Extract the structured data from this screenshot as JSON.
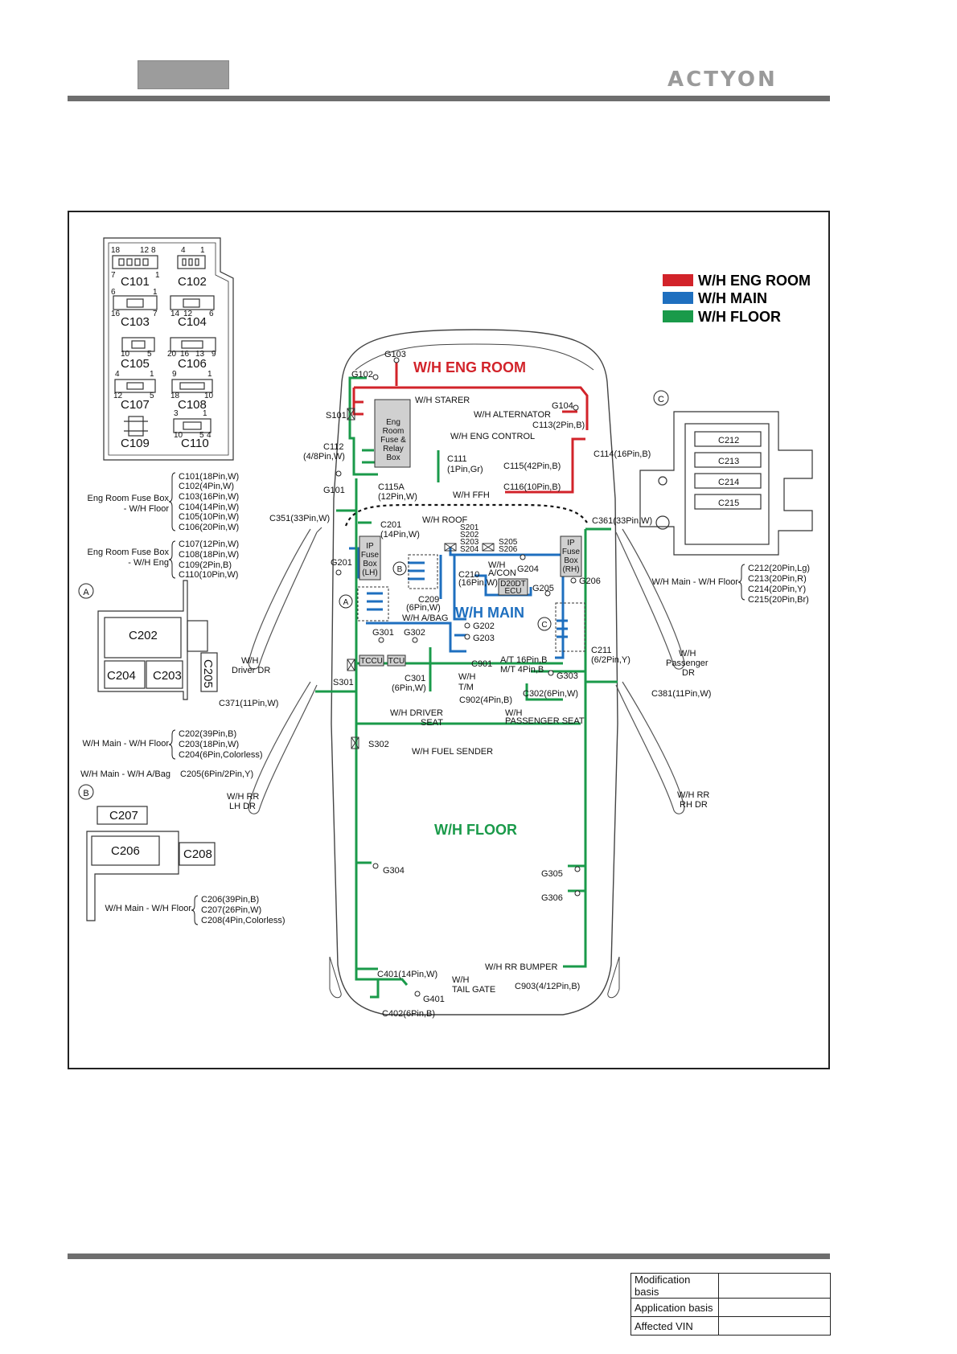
{
  "header": {
    "logo_text": "ACTYON"
  },
  "legend": {
    "items": [
      {
        "label": "W/H ENG ROOM",
        "color": "#d2232a"
      },
      {
        "label": "W/H MAIN",
        "color": "#1e6fbf"
      },
      {
        "label": "W/H FLOOR",
        "color": "#1a9a4a"
      }
    ]
  },
  "colors": {
    "eng_room": "#d2232a",
    "main": "#1e6fbf",
    "floor": "#1a9a4a"
  },
  "fuse_box": {
    "connectors": [
      "C101",
      "C102",
      "C103",
      "C104",
      "C105",
      "C106",
      "C107",
      "C108",
      "C109",
      "C110"
    ],
    "pin_numbers": {
      "c101": [
        "18",
        "12",
        "8",
        "7",
        "1"
      ],
      "c102": [
        "4",
        "1"
      ],
      "c103": [
        "6",
        "1",
        "16",
        "7"
      ],
      "c104": [
        "14",
        "12",
        "6"
      ],
      "c105": [
        "10",
        "5"
      ],
      "c106": [
        "20",
        "16",
        "13",
        "9"
      ],
      "c107": [
        "4",
        "1",
        "12",
        "5"
      ],
      "c108": [
        "9",
        "1",
        "18",
        "10"
      ],
      "c110": [
        "3",
        "1",
        "10",
        "5",
        "4"
      ]
    },
    "group1": {
      "label_line1": "Eng Room Fuse Box",
      "label_line2": "- W/H Floor",
      "items": [
        "C101(18Pin,W)",
        "C102(4Pin,W)",
        "C103(16Pin,W)",
        "C104(14Pin,W)",
        "C105(10Pin,W)",
        "C106(20Pin,W)"
      ]
    },
    "group2": {
      "label_line1": "Eng Room Fuse Box",
      "label_line2": "- W/H Eng",
      "items": [
        "C107(12Pin,W)",
        "C108(18Pin,W)",
        "C109(2Pin,B)",
        "C110(10Pin,W)"
      ]
    }
  },
  "block_a": {
    "marker": "A",
    "connectors": [
      "C202",
      "C204",
      "C203",
      "C205"
    ],
    "group1": {
      "label": "W/H Main - W/H Floor",
      "items": [
        "C202(39Pin,B)",
        "C203(18Pin,W)",
        "C204(6Pin,Colorless)"
      ]
    },
    "group2": {
      "label": "W/H Main - W/H A/Bag",
      "items": [
        "C205(6Pin/2Pin,Y)"
      ]
    }
  },
  "block_b": {
    "marker": "B",
    "connectors": [
      "C207",
      "C206",
      "C208"
    ],
    "group": {
      "label": "W/H Main - W/H Floor",
      "items": [
        "C206(39Pin,B)",
        "C207(26Pin,W)",
        "C208(4Pin,Colorless)"
      ]
    }
  },
  "block_c": {
    "marker": "C",
    "connectors": [
      "C212",
      "C213",
      "C214",
      "C215"
    ],
    "group": {
      "label": "W/H Main - W/H Floor",
      "items": [
        "C212(20Pin,Lg)",
        "C213(20Pin,R)",
        "C214(20Pin,Y)",
        "C215(20Pin,Br)"
      ]
    }
  },
  "car": {
    "title_eng": "W/H ENG ROOM",
    "title_main": "W/H MAIN",
    "title_floor": "W/H FLOOR",
    "eng_box": [
      "Eng",
      "Room",
      "Fuse &",
      "Relay",
      "Box"
    ],
    "ip_lh": [
      "IP",
      "Fuse",
      "Box",
      "(LH)"
    ],
    "ip_rh": [
      "IP",
      "Fuse",
      "Box",
      "(RH)"
    ],
    "ecu": [
      "D20DT",
      "ECU"
    ],
    "tccu": "TCCU",
    "tcu": "TCU",
    "labels": {
      "g103": "G103",
      "g102": "G102",
      "starer": "W/H STARER",
      "g104": "G104",
      "s101": "S101",
      "alternator": "W/H ALTERNATOR",
      "c113": "C113(2Pin,B)",
      "eng_control": "W/H ENG CONTROL",
      "c112": "C112",
      "c112b": "(4/8Pin,W)",
      "c111": "C111",
      "c111b": "(1Pin,Gr)",
      "c115": "C115(42Pin,B)",
      "c114": "C114(16Pin,B)",
      "c116": "C116(10Pin,B)",
      "c115a": "C115A",
      "c115ab": "(12Pin,W)",
      "g101": "G101",
      "ffh": "W/H FFH",
      "c351": "C351(33Pin,W)",
      "c361": "C361(33Pin,W)",
      "c201": "C201",
      "c201b": "(14Pin,W)",
      "roof": "W/H ROOF",
      "s201": "S201",
      "s202": "S202",
      "s203": "S203",
      "s204": "S204",
      "s205": "S205",
      "s206": "S206",
      "g201": "G201",
      "wh_acon": "W/H",
      "wh_acon2": "A/CON",
      "g204": "G204",
      "c210": "C210",
      "c210b": "(16Pin,W)",
      "g206": "G206",
      "g205": "G205",
      "c209": "C209",
      "c209b": "(6Pin,W)",
      "abag": "W/H A/BAG",
      "g202": "G202",
      "g203": "G203",
      "g301": "G301",
      "g302": "G302",
      "c211": "C211",
      "c211b": "(6/2Pin,Y)",
      "c901": "C901",
      "c901a": "A/T 16Pin,B",
      "c901b": "M/T 4Pin,B",
      "s301": "S301",
      "c301": "C301",
      "c301b": "(6Pin,W)",
      "wh_tm1": "W/H",
      "wh_tm2": "T/M",
      "g303": "G303",
      "c302": "C302(6Pin,W)",
      "c902": "C902(4Pin,B)",
      "driver_seat1": "W/H DRIVER",
      "driver_seat2": "SEAT",
      "pass_seat1": "W/H",
      "pass_seat2": "PASSENGER SEAT",
      "c371": "C371(11Pin,W)",
      "c381": "C381(11Pin,W)",
      "s302": "S302",
      "fuel": "W/H FUEL SENDER",
      "g304": "G304",
      "g305": "G305",
      "g306": "G306",
      "rr_bumper": "W/H RR BUMPER",
      "c401": "C401(14Pin,W)",
      "tailgate1": "W/H",
      "tailgate2": "TAIL GATE",
      "c903": "C903(4/12Pin,B)",
      "g401": "G401",
      "c402": "C402(6Pin,B)",
      "driver_dr1": "W/H",
      "driver_dr2": "Driver DR",
      "pass_dr1": "W/H",
      "pass_dr2": "Passenger",
      "pass_dr3": "DR",
      "rr_lh1": "W/H RR",
      "rr_lh2": "LH DR",
      "rr_rh1": "W/H RR",
      "rr_rh2": "RH DR"
    }
  },
  "footer": {
    "rows": [
      {
        "label": "Modification basis",
        "value": ""
      },
      {
        "label": "Application basis",
        "value": ""
      },
      {
        "label": "Affected VIN",
        "value": ""
      }
    ]
  }
}
